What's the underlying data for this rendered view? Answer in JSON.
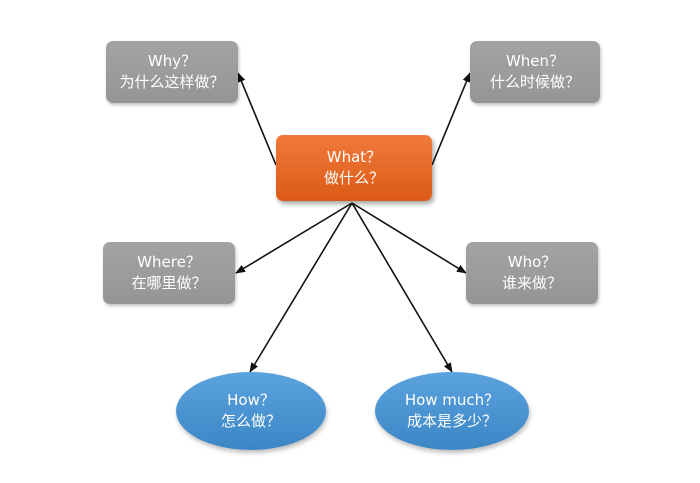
{
  "center": {
    "en": "What？",
    "zh": "做什么？"
  },
  "why": {
    "en": "Why？",
    "zh": "为什么这样做？"
  },
  "when": {
    "en": "When？",
    "zh": "什么时候做？"
  },
  "where": {
    "en": "Where？",
    "zh": "在哪里做？"
  },
  "who": {
    "en": "Who？",
    "zh": "谁来做？"
  },
  "how": {
    "en": "How？",
    "zh": "怎么做？"
  },
  "how_much": {
    "en": "How much？",
    "zh": "成本是多少？"
  },
  "colors": {
    "center": "#e8692a",
    "gray_box": "#9c9c9c",
    "ellipse": "#4a94d3",
    "arrow": "#111111"
  }
}
